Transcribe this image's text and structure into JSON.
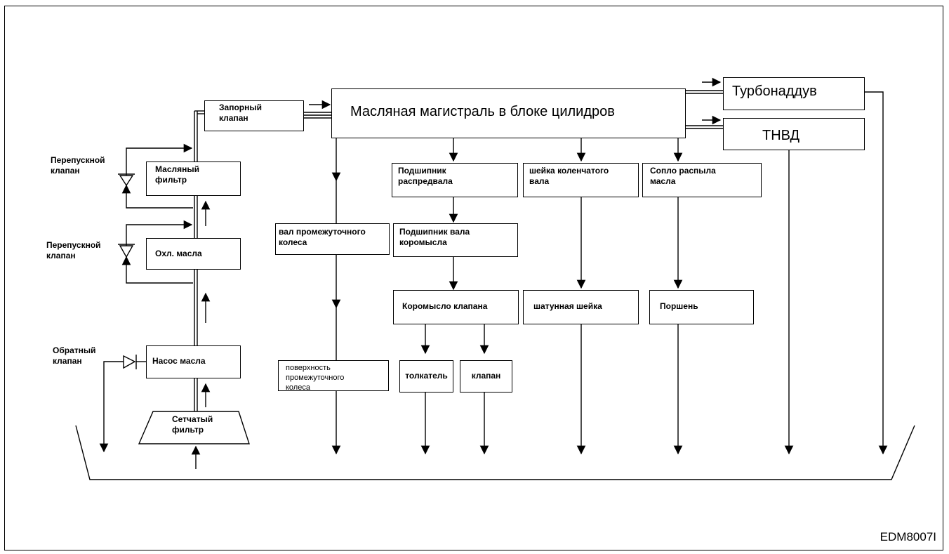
{
  "diagram": {
    "main_gallery": "Масляная магистраль в блоке цилидров",
    "turbo": "Турбонаддув",
    "tnvd": "ТНВД",
    "shutoff_valve": [
      "Запорный",
      "клапан"
    ],
    "oil_filter": [
      "Масляный",
      "фильтр"
    ],
    "oil_cooler": "Охл. масла",
    "oil_pump": "Насос масла",
    "strainer": [
      "Сетчатый",
      "фильтр"
    ],
    "bypass_valve_1": [
      "Перепускной",
      "клапан"
    ],
    "bypass_valve_2": [
      "Перепускной",
      "клапан"
    ],
    "check_valve": [
      "Обратный",
      "клапан"
    ],
    "idler_shaft": [
      "вал промежуточного",
      "колеса"
    ],
    "idler_surface": [
      "поверхность",
      "промежуточного",
      "колеса"
    ],
    "camshaft_bearing": [
      "Подшипник",
      "распредвала"
    ],
    "rocker_shaft_bearing": [
      "Подшипник вала",
      "коромысла"
    ],
    "rocker_arm": "Коромысло клапана",
    "tappet": "толкатель",
    "valve": "клапан",
    "crank_journal": [
      "шейка коленчатого",
      "вала"
    ],
    "conrod_journal": "шатунная шейка",
    "spray_nozzle": [
      "Сопло распыла",
      "масла"
    ],
    "piston": "Поршень",
    "figure_code": "EDM8007I"
  }
}
